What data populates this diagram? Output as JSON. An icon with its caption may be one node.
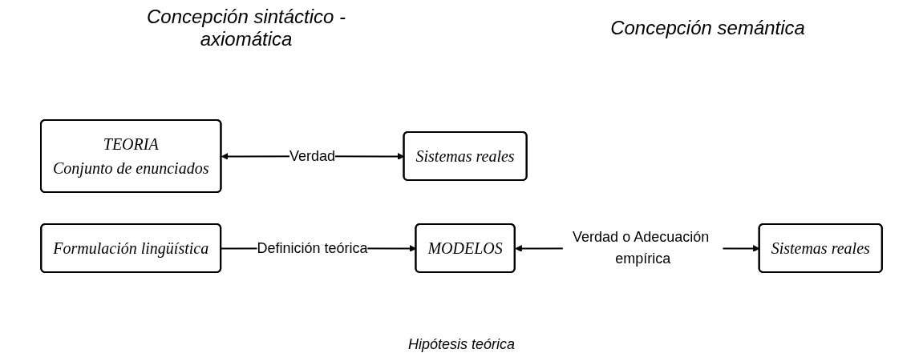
{
  "diagram": {
    "nodes": [
      {
        "text": [
          "TEORIA",
          "Conjunto de enunciados"
        ]
      },
      {
        "text": [
          "Sistemas reales"
        ]
      },
      {
        "text": [
          "Formulación lingüística"
        ]
      },
      {
        "text": [
          "MODELOS"
        ]
      },
      {
        "text": [
          "Sistemas reales"
        ]
      }
    ],
    "edges": [
      {
        "from": 0,
        "to": 1,
        "arrow": "both",
        "label": "Verdad"
      },
      {
        "from": 2,
        "to": 3,
        "arrow": "to",
        "label": "Definición teórica"
      },
      {
        "from": 3,
        "to": 4,
        "arrow": "both",
        "label": "Verdad o Adecuación empírica"
      }
    ],
    "labels": [
      "Concepción sintáctico - axiomática",
      "Concepción semántica",
      "Hipótesis teórica"
    ]
  }
}
